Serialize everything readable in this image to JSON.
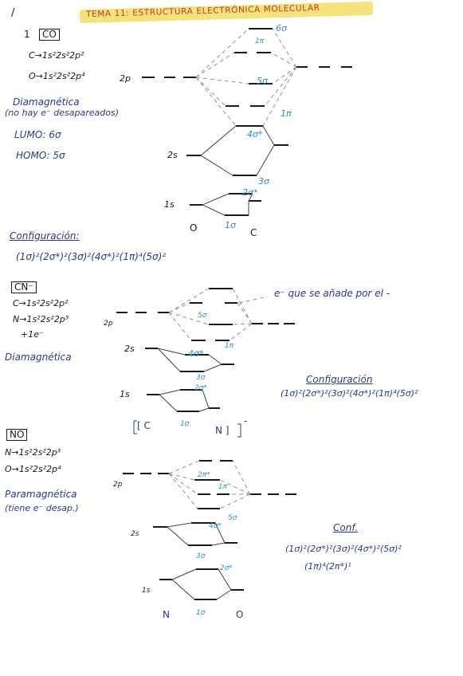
{
  "title": "TEMA 11: ESTRUCTURA ELECTRÓNICA MOLECULAR",
  "stroke_mark": "/",
  "co": {
    "number": "1",
    "label": "CO",
    "config_c": "C→1s²2s²2p²",
    "config_o": "O→1s²2s²2p⁴",
    "magnetism": "Diamagnética",
    "magnetism_note": "(no hay e⁻ desapareados)",
    "lumo": "LUMO: 6σ",
    "homo": "HOMO: 5σ",
    "orbitals": {
      "o6": "6σ",
      "o1pi_star": "1π",
      "o5": "5σ",
      "o1pi": "1π",
      "o4": "4σ*",
      "o3": "3σ",
      "o2": "2σ*",
      "o1": "1σ"
    },
    "ao_labels": {
      "p2": "2p",
      "s2": "2s",
      "s1": "1s"
    },
    "atoms": {
      "left": "O",
      "right": "C"
    },
    "config_title": "Configuración:",
    "config": "(1σ)²(2σ*)²(3σ)²(4σ*)²(1π)⁴(5σ)²"
  },
  "cn": {
    "label": "CN⁻",
    "config_c": "C→1s²2s²2p²",
    "config_n": "N→1s²2s²2p³",
    "extra_e": "+1e⁻",
    "magnetism": "Diamagnética",
    "note": "e⁻ que se añade por el -",
    "orbitals": {
      "o5": "5σ",
      "o1pi": "1π",
      "o4": "4σ*",
      "o3": "3σ",
      "o2": "2σ*",
      "o1": "1σ"
    },
    "ao_labels": {
      "p2": "2p",
      "s2": "2s",
      "s1": "1s"
    },
    "atoms": {
      "left": "[ C",
      "right": "N ]",
      "charge": "-"
    },
    "config_title": "Configuración",
    "config": "(1σ)²(2σ*)²(3σ)²(4σ*)²(1π)⁴(5σ)²"
  },
  "no": {
    "label": "NO",
    "config_n": "N→1s²2s²2p³",
    "config_o": "O→1s²2s²2p⁴",
    "magnetism": "Paramagnética",
    "magnetism_note": "(tiene e⁻ desap.)",
    "orbitals": {
      "o2pi": "2π*",
      "o1pi": "1π",
      "o5": "5σ",
      "o4": "4σ*",
      "o3": "3σ",
      "o2": "2σ*",
      "o1": "1σ"
    },
    "ao_labels": {
      "p2": "2p",
      "s2": "2s",
      "s1": "1s"
    },
    "atoms": {
      "left": "N",
      "right": "O"
    },
    "config_title": "Conf.",
    "config_line1": "(1σ)²(2σ*)²(3σ)²(4σ*)²(5σ)²",
    "config_line2": "(1π)⁴(2π*)¹"
  },
  "colors": {
    "ink": "#2a3a8c",
    "cyan": "#2a8fc4",
    "highlight": "#f3e37a",
    "title_red": "#c0392b"
  }
}
